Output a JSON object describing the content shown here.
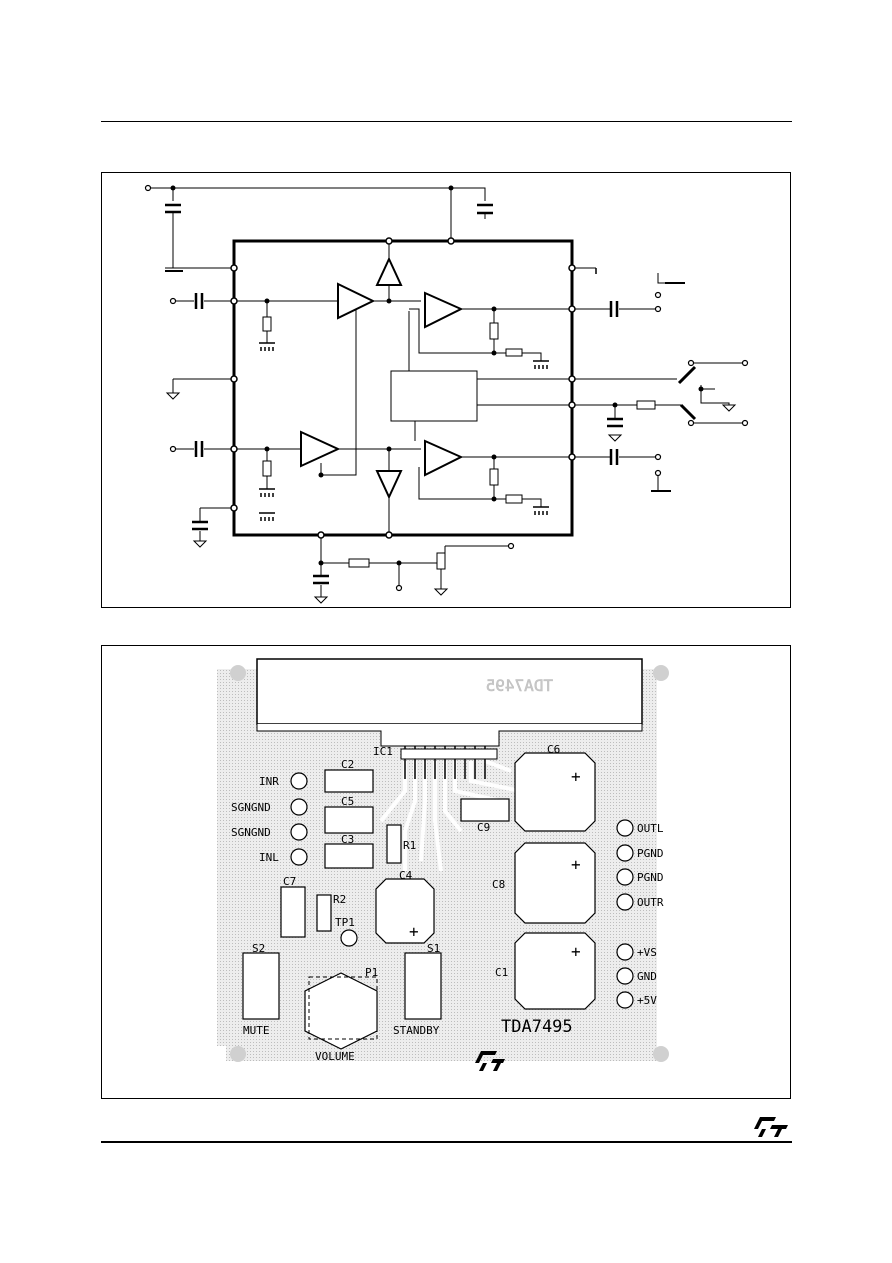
{
  "schematic": {
    "blocks": [
      "ic-outline",
      "preamp-left",
      "preamp-right",
      "power-amp-left",
      "power-amp-right",
      "buffer-up",
      "buffer-down",
      "control-block"
    ]
  },
  "pcb": {
    "chip_marking": "TDA7495",
    "board_title": "TDA7495",
    "components": {
      "ic1": "IC1",
      "c1": "C1",
      "c2": "C2",
      "c3": "C3",
      "c4": "C4",
      "c5": "C5",
      "c6": "C6",
      "c7": "C7",
      "c8": "C8",
      "c9": "C9",
      "r1": "R1",
      "r2": "R2",
      "tp1": "TP1",
      "p1": "P1",
      "s1": "S1",
      "s2": "S2"
    },
    "left_pads": [
      "INR",
      "SGNGND",
      "SGNGND",
      "INL"
    ],
    "right_pads": [
      "OUTL",
      "PGND",
      "PGND",
      "OUTR"
    ],
    "supply_pads": [
      "+VS",
      "GND",
      "+5V"
    ],
    "controls": {
      "mute": "MUTE",
      "volume": "VOLUME",
      "standby": "STANDBY"
    },
    "plus_sign": "+"
  },
  "colors": {
    "ink": "#000000",
    "copper": "#d6d6d6",
    "board": "#ececec"
  },
  "icons": [
    "st-logo-icon"
  ]
}
